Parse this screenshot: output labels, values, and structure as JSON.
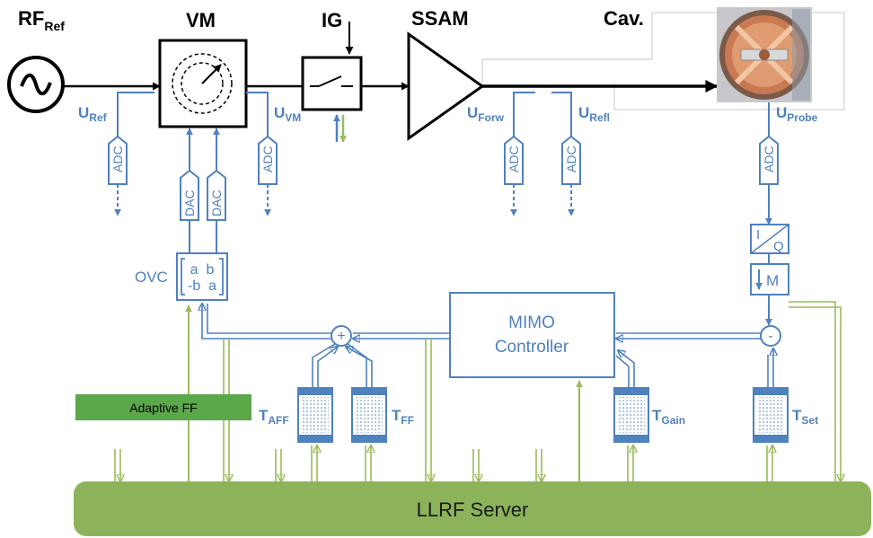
{
  "top": {
    "rf_ref": {
      "main": "RF",
      "sub": "Ref"
    },
    "vm": "VM",
    "ig": "IG",
    "ssam": "SSAM",
    "cav": "Cav."
  },
  "signals": {
    "u_ref": {
      "main": "U",
      "sub": "Ref"
    },
    "u_vm": {
      "main": "U",
      "sub": "VM"
    },
    "u_forw": {
      "main": "U",
      "sub": "Forw"
    },
    "u_refl": {
      "main": "U",
      "sub": "Refl"
    },
    "u_probe": {
      "main": "U",
      "sub": "Probe"
    }
  },
  "converters": {
    "adc": "ADC",
    "dac": "DAC"
  },
  "ovc": {
    "label": "OVC",
    "row1": "a  b",
    "row2": "-b  a"
  },
  "iq": {
    "i": "I",
    "q": "Q"
  },
  "m_block": "M",
  "summing": {
    "plus": "+",
    "minus": "-"
  },
  "mimo": {
    "line1": "MIMO",
    "line2": "Controller"
  },
  "tables": {
    "aff": {
      "main": "T",
      "sub": "AFF"
    },
    "ff": {
      "main": "T",
      "sub": "FF"
    },
    "gain": {
      "main": "T",
      "sub": "Gain"
    },
    "set": {
      "main": "T",
      "sub": "Set"
    }
  },
  "adaptive_ff": "Adaptive FF",
  "server": "LLRF Server",
  "colors": {
    "signal_blue": "#4f81bd",
    "feedback_green": "#9bbb59",
    "server_green": "#8db35a",
    "adaptive_green": "#5aa84a"
  }
}
